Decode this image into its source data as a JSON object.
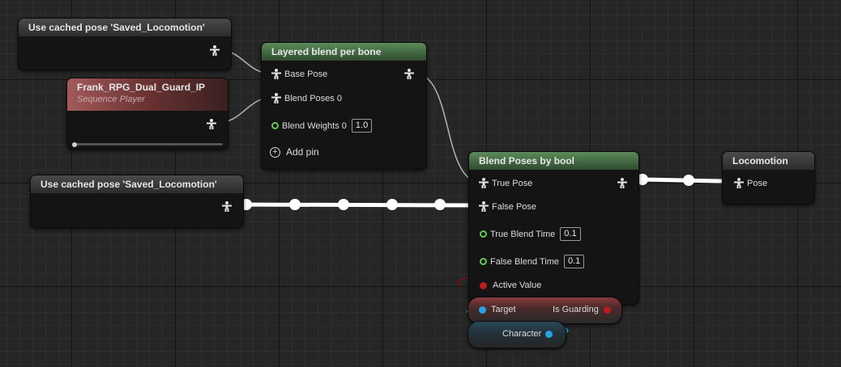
{
  "nodes": {
    "cached_pose_1": {
      "title": "Use cached pose 'Saved_Locomotion'"
    },
    "sequence_player": {
      "title": "Frank_RPG_Dual_Guard_IP",
      "subtitle": "Sequence Player"
    },
    "layered_blend": {
      "title": "Layered blend per bone",
      "base_pose": "Base Pose",
      "blend_poses_0": "Blend Poses 0",
      "blend_weights_0": "Blend Weights 0",
      "blend_weights_0_value": "1.0",
      "add_pin": "Add pin"
    },
    "cached_pose_2": {
      "title": "Use cached pose 'Saved_Locomotion'"
    },
    "blend_by_bool": {
      "title": "Blend Poses by bool",
      "true_pose": "True Pose",
      "false_pose": "False Pose",
      "true_blend_time": "True Blend Time",
      "true_blend_time_value": "0.1",
      "false_blend_time": "False Blend Time",
      "false_blend_time_value": "0.1",
      "active_value": "Active Value"
    },
    "locomotion": {
      "title": "Locomotion",
      "pose": "Pose"
    },
    "is_guarding": {
      "target": "Target",
      "output": "Is Guarding"
    },
    "character": {
      "label": "Character"
    }
  },
  "colors": {
    "pose_wire": "#ffffff",
    "float_pin": "#5fc85a",
    "bool_pin": "#b81c1c",
    "object_pin": "#2aa0e8",
    "anim_header": "#5b8c5a",
    "asset_header": "#a35a5a"
  },
  "icons": {
    "pose_pin": "pose-figure-icon",
    "add_pin": "plus-circle-icon"
  }
}
